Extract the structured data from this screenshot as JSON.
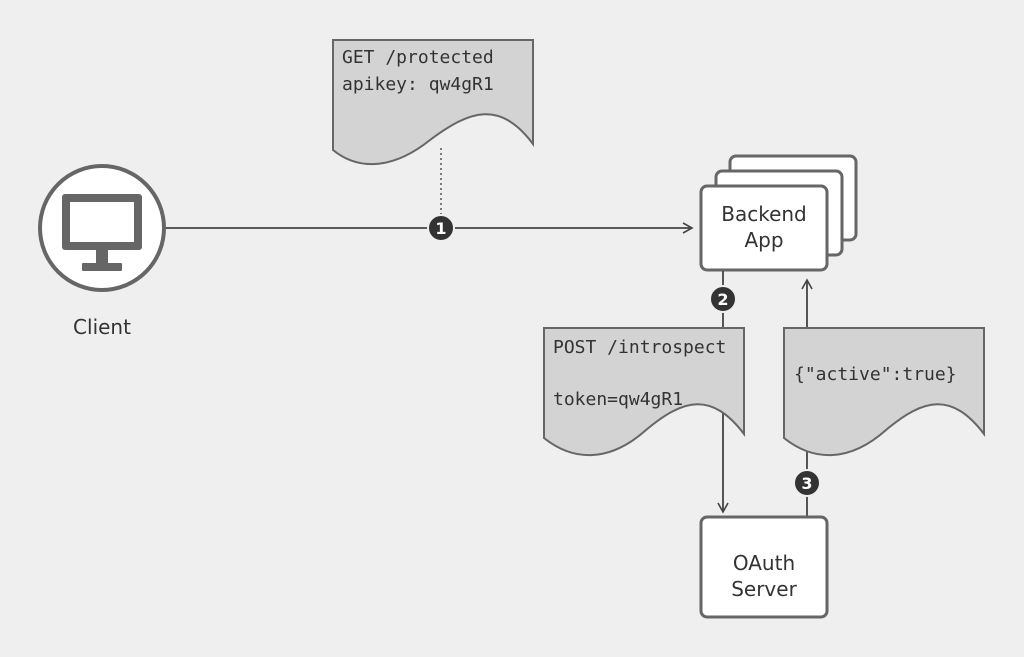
{
  "colors": {
    "background": "#efefef",
    "stroke": "#666666",
    "document_fill": "#d3d3d3",
    "box_fill": "#ffffff",
    "badge_fill": "#333333",
    "text": "#333333"
  },
  "client": {
    "label": "Client",
    "icon": "monitor-icon"
  },
  "request_doc": {
    "line1": "GET /protected",
    "line2": "apikey: qw4gR1"
  },
  "backend": {
    "line1": "Backend",
    "line2": "App"
  },
  "introspect_doc": {
    "line1": "POST /introspect",
    "line2": "token=qw4gR1"
  },
  "response_doc": {
    "line1": "{\"active\":true}"
  },
  "oauth": {
    "line1": "OAuth",
    "line2": "Server"
  },
  "steps": [
    "1",
    "2",
    "3"
  ]
}
